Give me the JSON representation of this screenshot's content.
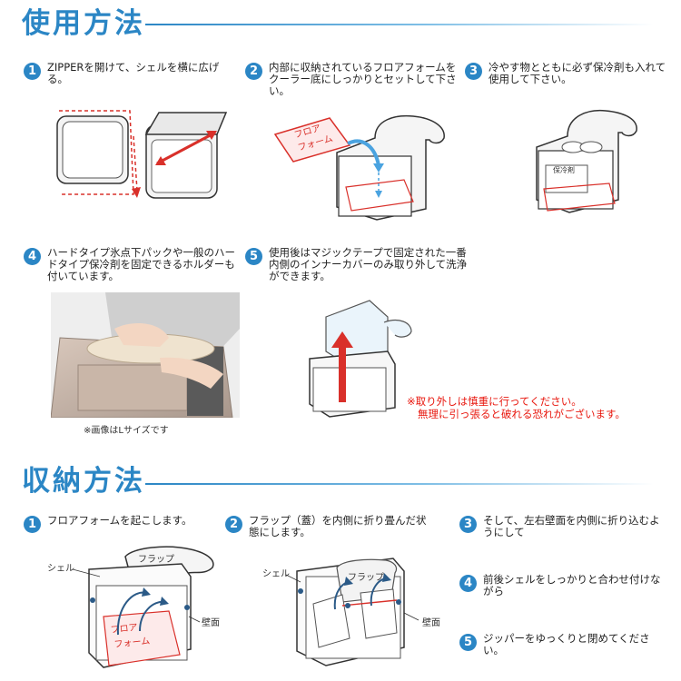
{
  "usage": {
    "title": "使用方法",
    "steps": [
      {
        "num": "1",
        "text": "ZIPPERを開けて、シェルを横に広げる。"
      },
      {
        "num": "2",
        "text": "内部に収納されているフロアフォームをクーラー底にしっかりとセットして下さい。"
      },
      {
        "num": "3",
        "text": "冷やす物とともに必ず保冷剤も入れて使用して下さい。"
      },
      {
        "num": "4",
        "text": "ハードタイプ氷点下パックや一般のハードタイプ保冷剤を固定できるホルダーも付いています。"
      },
      {
        "num": "5",
        "text": "使用後はマジックテープで固定された一番内側のインナーカバーのみ取り外して洗浄ができます。"
      }
    ],
    "photo_caption": "※画像はLサイズです",
    "floor_label_1": "フロア",
    "floor_label_2": "フォーム",
    "cooling_label": "保冷剤",
    "warning_1": "※取り外しは慎重に行ってください。",
    "warning_2": "無理に引っ張ると破れる恐れがございます。"
  },
  "storage": {
    "title": "収納方法",
    "steps": [
      {
        "num": "1",
        "text": "フロアフォームを起こします。"
      },
      {
        "num": "2",
        "text": "フラップ（蓋）を内側に折り畳んだ状態にします。"
      },
      {
        "num": "3",
        "text": "そして、左右壁面を内側に折り込むようにして"
      },
      {
        "num": "4",
        "text": "前後シェルをしっかりと合わせ付けながら"
      },
      {
        "num": "5",
        "text": "ジッパーをゆっくりと閉めてください。"
      }
    ],
    "fig1": {
      "flap": "フラップ",
      "shell": "シェル",
      "wall": "壁面",
      "floor_1": "フロア",
      "floor_2": "フォーム"
    },
    "fig2": {
      "flap": "フラップ",
      "shell": "シェル",
      "wall": "壁面"
    }
  },
  "colors": {
    "accent": "#2b86c5",
    "warning": "#e8170e",
    "dash_red": "#d9302a"
  }
}
